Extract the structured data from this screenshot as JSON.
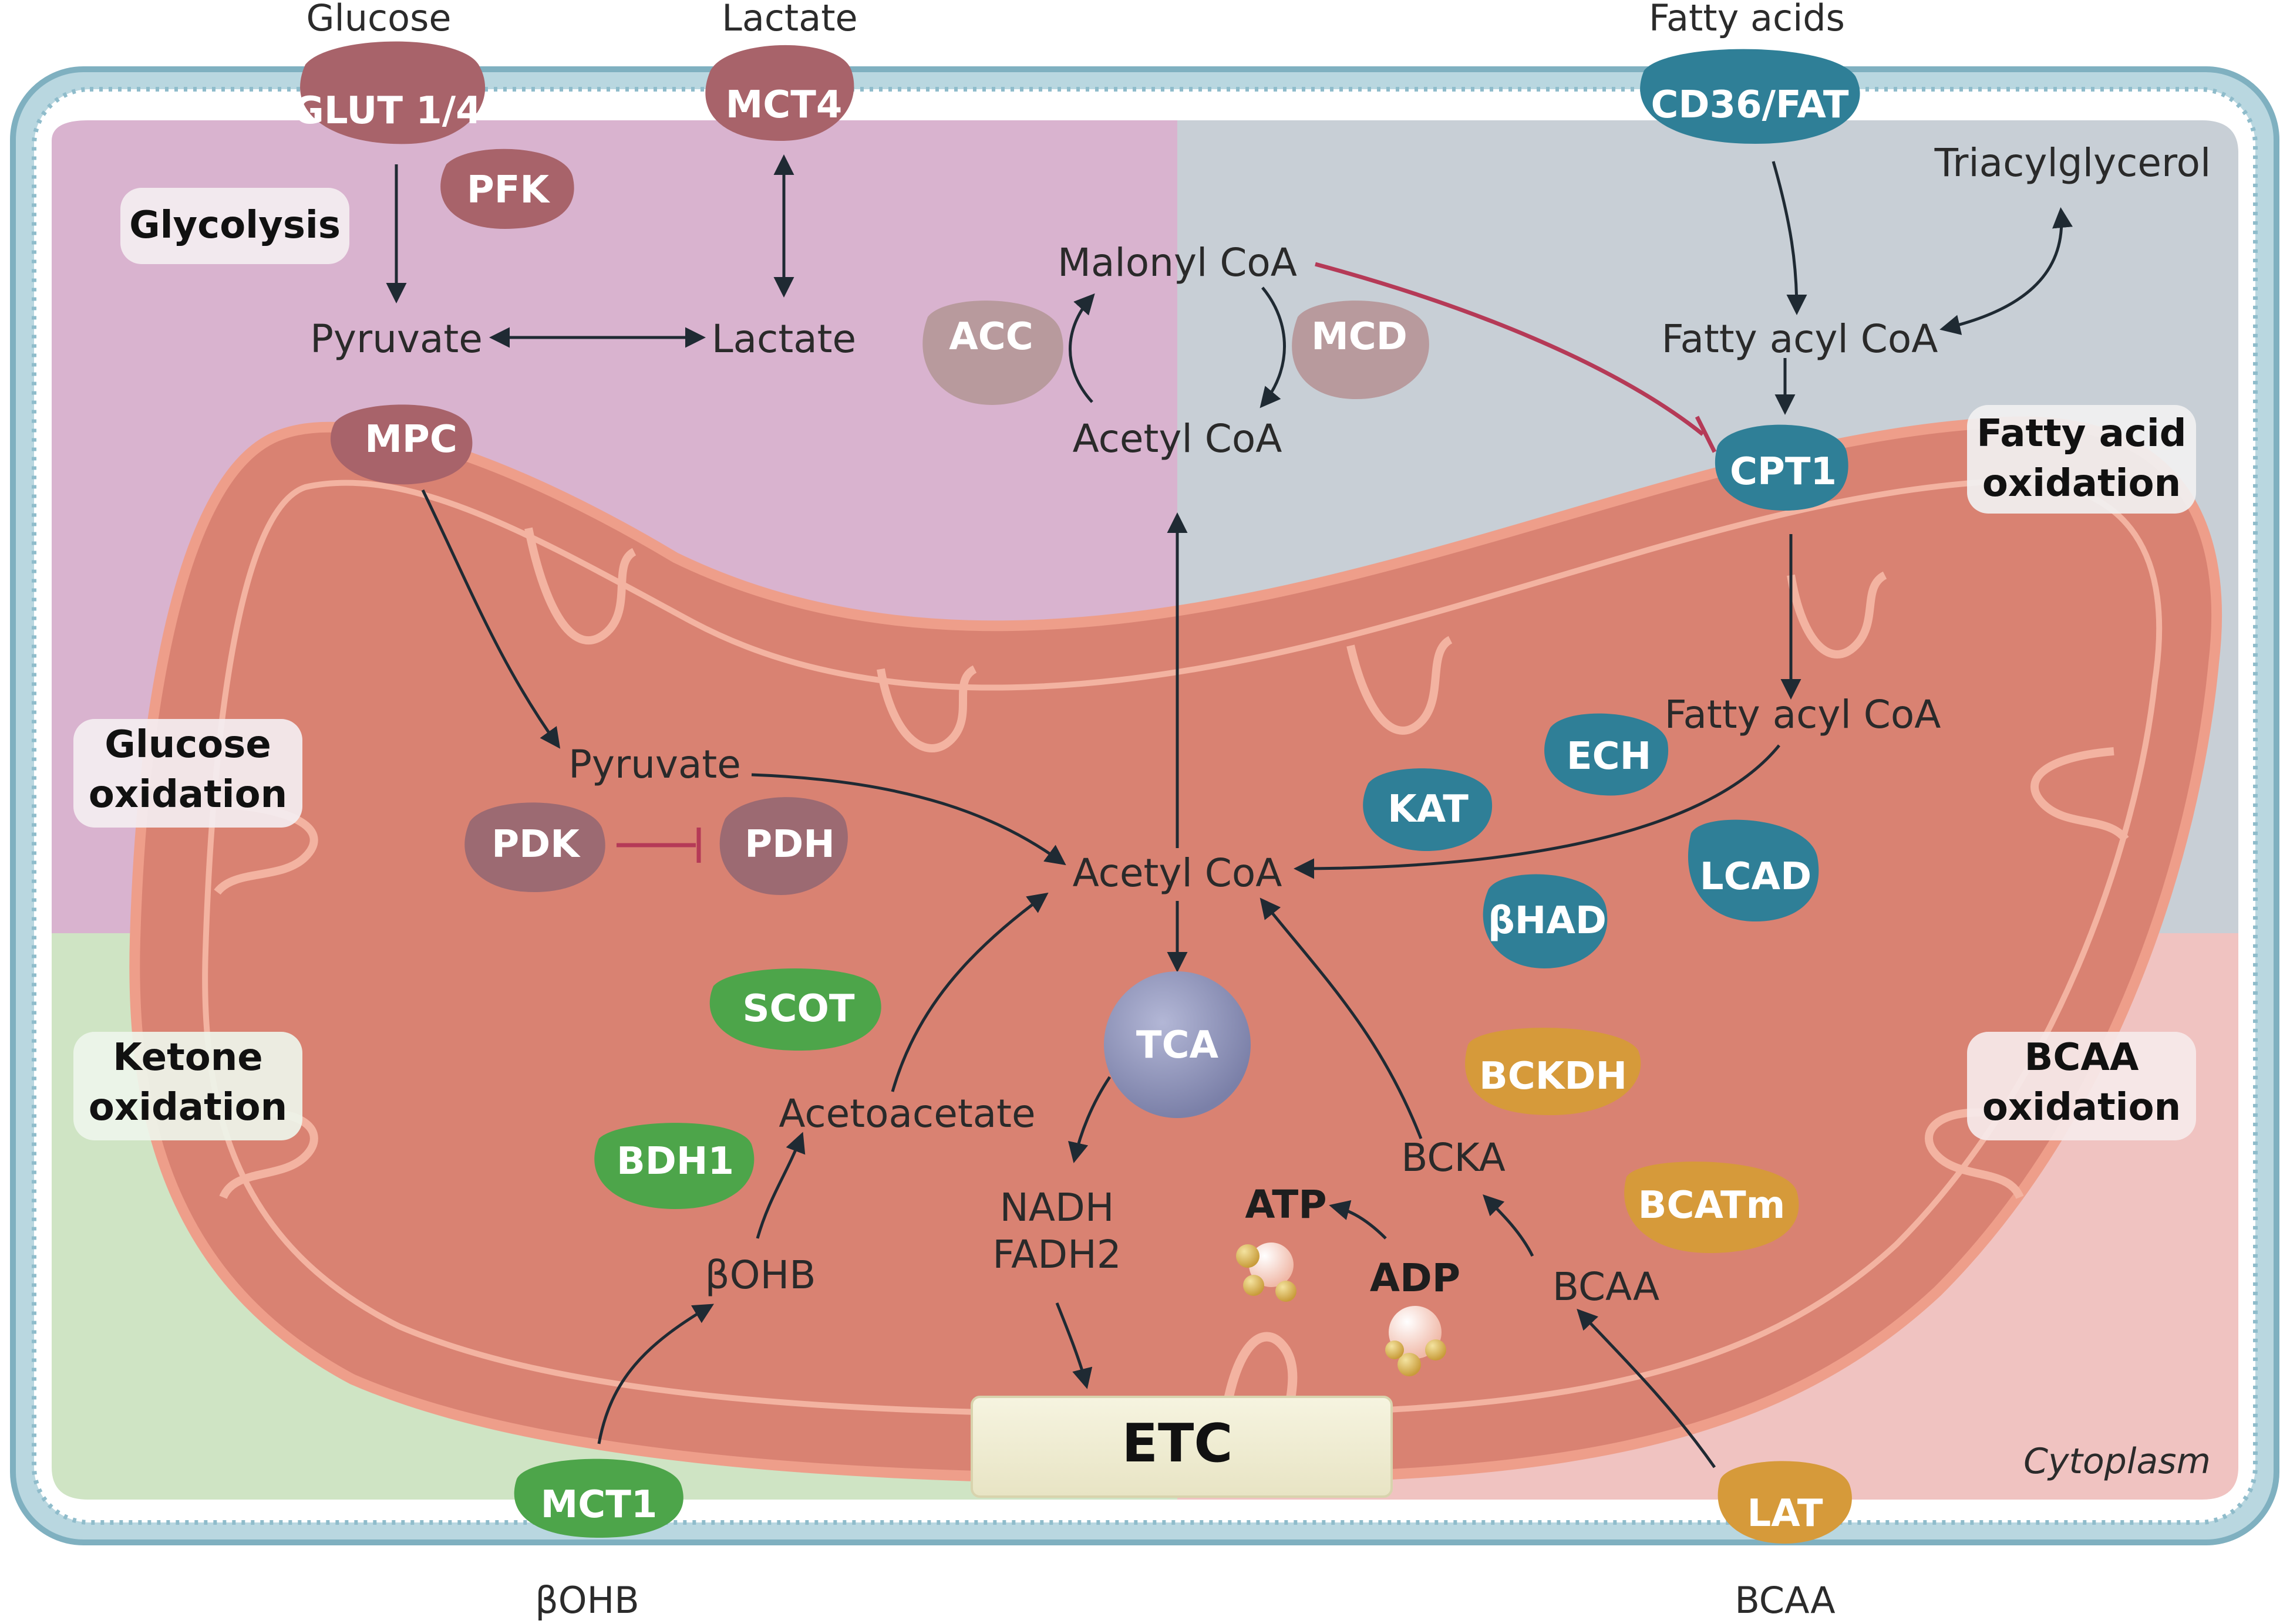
{
  "external": {
    "glucose": "Glucose",
    "lactate": "Lactate",
    "fatty_acids": "Fatty acids",
    "bohb": "βOHB",
    "bcaa": "BCAA"
  },
  "transporters": {
    "glut": "GLUT 1/4",
    "mct4": "MCT4",
    "cd36": "CD36/FAT",
    "mpc": "MPC",
    "cpt1": "CPT1",
    "mct1": "MCT1",
    "lat": "LAT"
  },
  "pathways": {
    "glycolysis": "Glycolysis",
    "fatty_acid_oxidation": [
      "Fatty acid",
      "oxidation"
    ],
    "glucose_oxidation": [
      "Glucose",
      "oxidation"
    ],
    "ketone_oxidation": [
      "Ketone",
      "oxidation"
    ],
    "bcaa_oxidation": [
      "BCAA",
      "oxidation"
    ]
  },
  "enzymes": {
    "pfk": "PFK",
    "acc": "ACC",
    "mcd": "MCD",
    "pdk": "PDK",
    "pdh": "PDH",
    "kat": "KAT",
    "ech": "ECH",
    "lcad": "LCAD",
    "bhad": "βHAD",
    "scot": "SCOT",
    "bdh1": "BDH1",
    "bckdh": "BCKDH",
    "bcatm": "BCATm"
  },
  "metabolites": {
    "pyruvate_cyto": "Pyruvate",
    "lactate_cyto": "Lactate",
    "malonyl_coa": "Malonyl CoA",
    "acetyl_coa_cyto": "Acetyl CoA",
    "triacylglycerol": "Triacylglycerol",
    "fatty_acyl_coa_cyto": "Fatty acyl CoA",
    "fatty_acyl_coa_mito": "Fatty acyl CoA",
    "pyruvate_mito": "Pyruvate",
    "acetyl_coa_mito": "Acetyl CoA",
    "tca": "TCA",
    "acetoacetate": "Acetoacetate",
    "bohb_mito": "βOHB",
    "nadh": "NADH",
    "fadh2": "FADH2",
    "atp": "ATP",
    "adp": "ADP",
    "bcka": "BCKA",
    "bcaa_mito": "BCAA",
    "etc": "ETC"
  },
  "cytoplasm_label": "Cytoplasm",
  "colors": {
    "glycolysis_bg": "#d9b3cf",
    "fatty_acid_bg": "#c8cfd6",
    "ketone_bg": "#cfe4c4",
    "bcaa_bg": "#f0c3c1",
    "mitochondrion": "#d98272",
    "membrane": "#9fc3cf",
    "glucose_enzyme": "#a8636a",
    "malonyl_enzyme": "#b89a9d",
    "fatty_acid_enzyme": "#2f7f97",
    "ketone_enzyme": "#4da54a",
    "bcaa_enzyme": "#d69a3a",
    "inhibition": "#b53a57",
    "arrow": "#1f2a33",
    "tca": "#8a8fb8"
  }
}
